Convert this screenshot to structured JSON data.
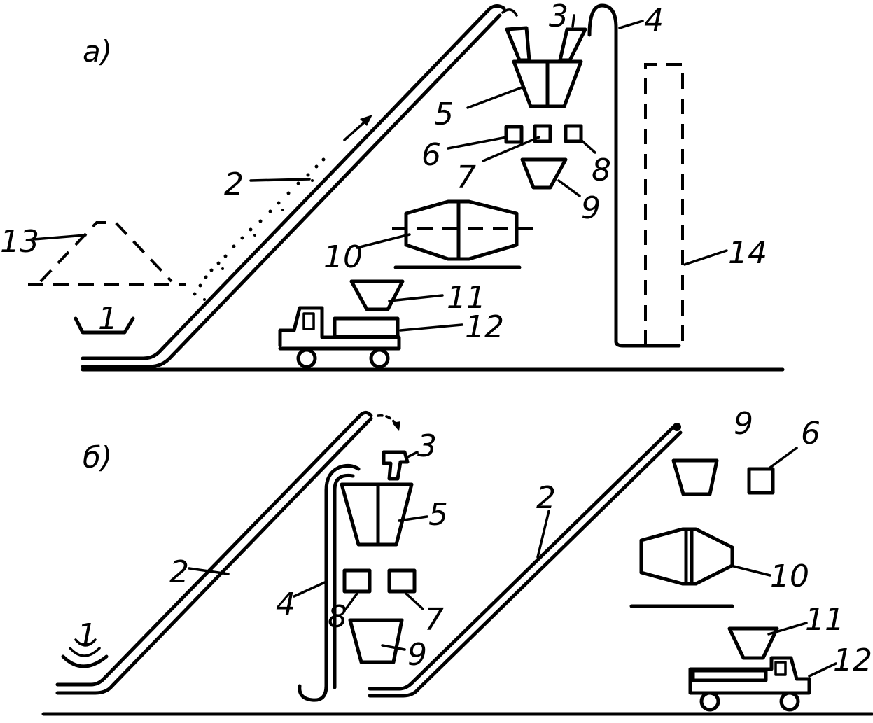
{
  "panels": {
    "a": {
      "title": "а)",
      "labels": {
        "l1": "1",
        "l2": "2",
        "l3": "3",
        "l4": "4",
        "l5": "5",
        "l6": "6",
        "l7": "7",
        "l8": "8",
        "l9": "9",
        "l10": "10",
        "l11": "11",
        "l12": "12",
        "l13": "13",
        "l14": "14"
      }
    },
    "b": {
      "title": "б)",
      "labels": {
        "l1": "1",
        "l2a": "2",
        "l2b": "2",
        "l3": "3",
        "l4": "4",
        "l5": "5",
        "l6": "6",
        "l7": "7",
        "l8": "8",
        "l9a": "9",
        "l9b": "9",
        "l10": "10",
        "l11": "11",
        "l12": "12"
      }
    }
  }
}
